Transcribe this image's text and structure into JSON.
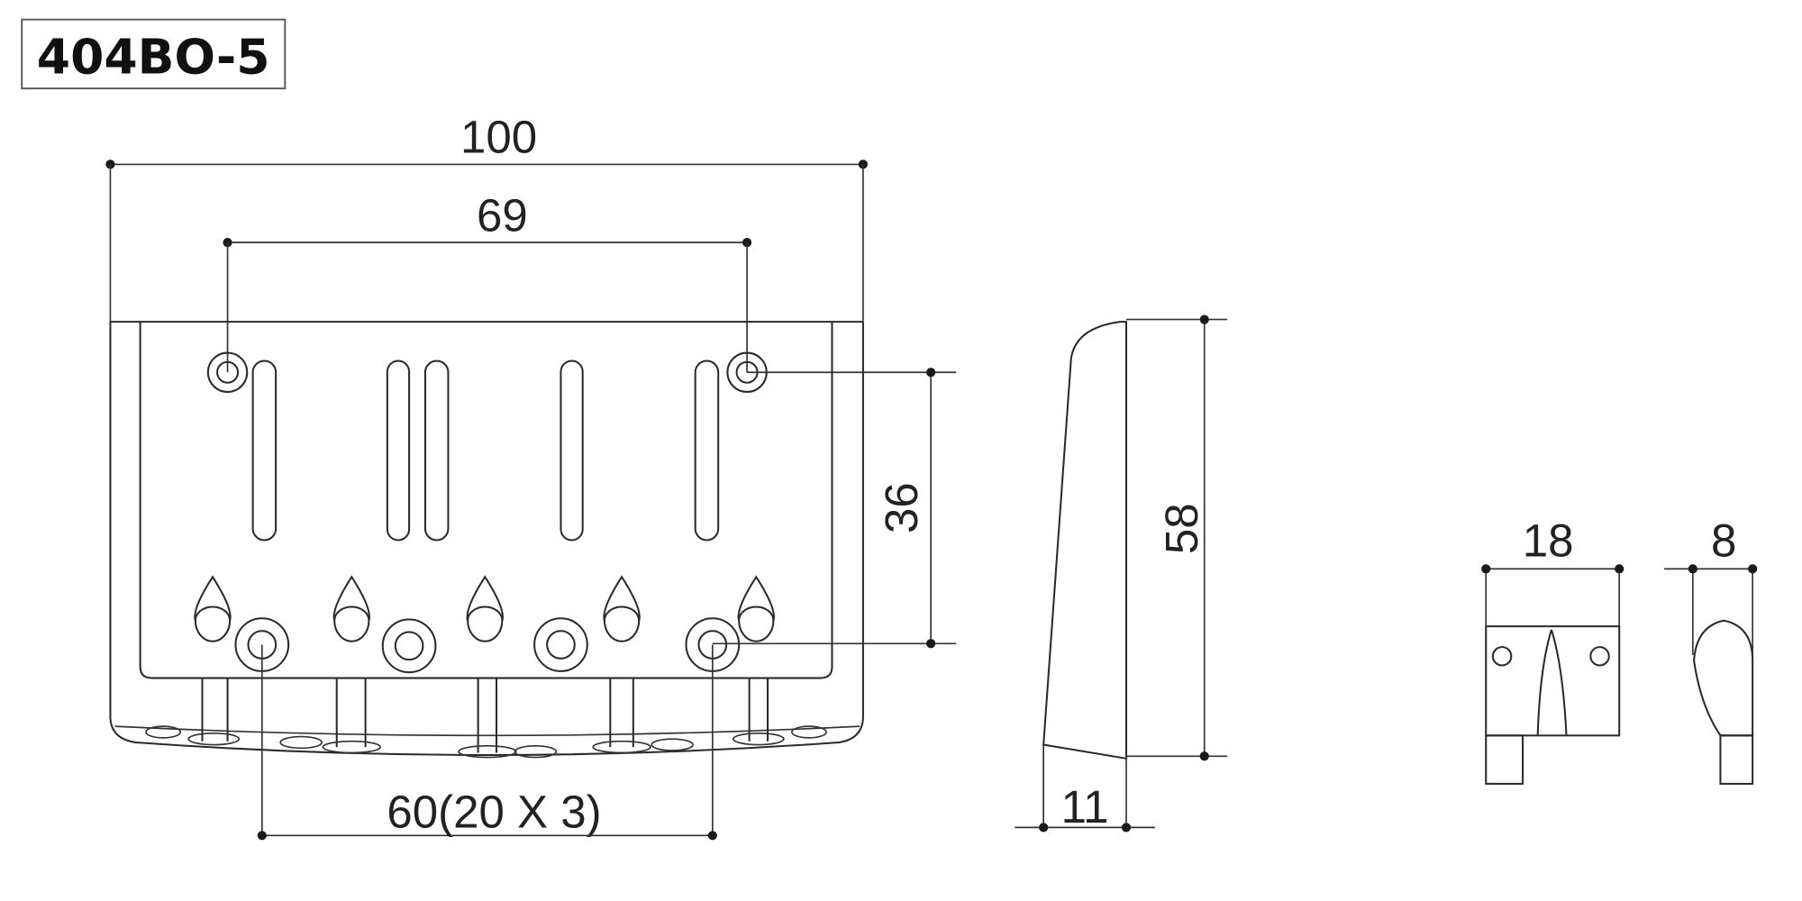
{
  "title": "404BO-5",
  "dimensions": {
    "overall_width": "100",
    "mount_hole_spacing": "69",
    "mount_hole_depth": "36",
    "string_spacing": "60(20 X 3)",
    "side_height": "58",
    "side_thickness": "11",
    "saddle_width": "18",
    "saddle_depth": "8"
  }
}
